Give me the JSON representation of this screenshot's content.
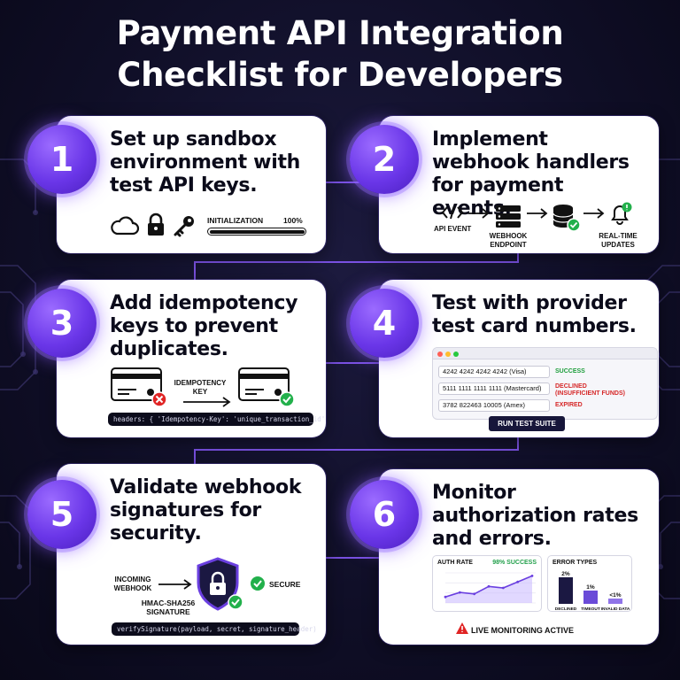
{
  "title": {
    "line1": "Payment API Integration",
    "line2": "Checklist for Developers"
  },
  "steps": [
    {
      "number": "1",
      "title": "Set up sandbox environment with test API keys.",
      "progress": {
        "label": "INITIALIZATION",
        "value_text": "100%",
        "fraction": 1.0
      },
      "icons": [
        "cloud-icon",
        "lock-icon",
        "key-icon"
      ]
    },
    {
      "number": "2",
      "title": "Implement webhook handlers for payment events.",
      "flow": {
        "api_event": "API EVENT",
        "endpoint_line1": "WEBHOOK",
        "endpoint_line2": "ENDPOINT",
        "updates_line1": "REAL-TIME",
        "updates_line2": "UPDATES"
      }
    },
    {
      "number": "3",
      "title": "Add idempotency keys to prevent duplicates.",
      "key_line1": "IDEMPOTENCY",
      "key_line2": "KEY",
      "code": "headers: { 'Idempotency-Key': 'unique_transaction_id' }"
    },
    {
      "number": "4",
      "title": "Test with provider test card numbers.",
      "cards": [
        {
          "number": "4242 4242 4242 4242 (Visa)",
          "status_line1": "SUCCESS",
          "status_line2": "",
          "color": "#1e9e3c"
        },
        {
          "number": "5111 1111 1111 1111   (Mastercard)",
          "status_line1": "DECLINED",
          "status_line2": "(INSUFFICIENT FUNDS)",
          "color": "#d62828"
        },
        {
          "number": "3782 822463 10005 (Amex)",
          "status_line1": "EXPIRED",
          "status_line2": "",
          "color": "#d62828"
        }
      ],
      "button": "RUN TEST SUITE"
    },
    {
      "number": "5",
      "title": "Validate webhook signatures for security.",
      "incoming_line1": "INCOMING",
      "incoming_line2": "WEBHOOK",
      "secure": "SECURE",
      "hmac_line1": "HMAC-SHA256",
      "hmac_line2": "SIGNATURE",
      "code": "verifySignature(payload, secret, signature_header)"
    },
    {
      "number": "6",
      "title": "Monitor authorization rates and errors.",
      "auth_rate_label": "AUTH RATE",
      "auth_rate_value": "98% SUCCESS",
      "auth_series": [
        0.2,
        0.35,
        0.3,
        0.55,
        0.5,
        0.7,
        0.9
      ],
      "error_types_label": "ERROR TYPES",
      "errors": [
        {
          "pct": "2%",
          "label": "DECLINED",
          "value": 2.0
        },
        {
          "pct": "1%",
          "label": "TIMEOUT",
          "value": 1.0
        },
        {
          "pct": "<1%",
          "label": "INVALID DATA",
          "value": 0.4
        }
      ],
      "live": "LIVE MONITORING ACTIVE"
    }
  ],
  "colors": {
    "accent": "#7b4dff",
    "success": "#22b04b",
    "error": "#e02424",
    "dark": "#0b0b1a"
  }
}
